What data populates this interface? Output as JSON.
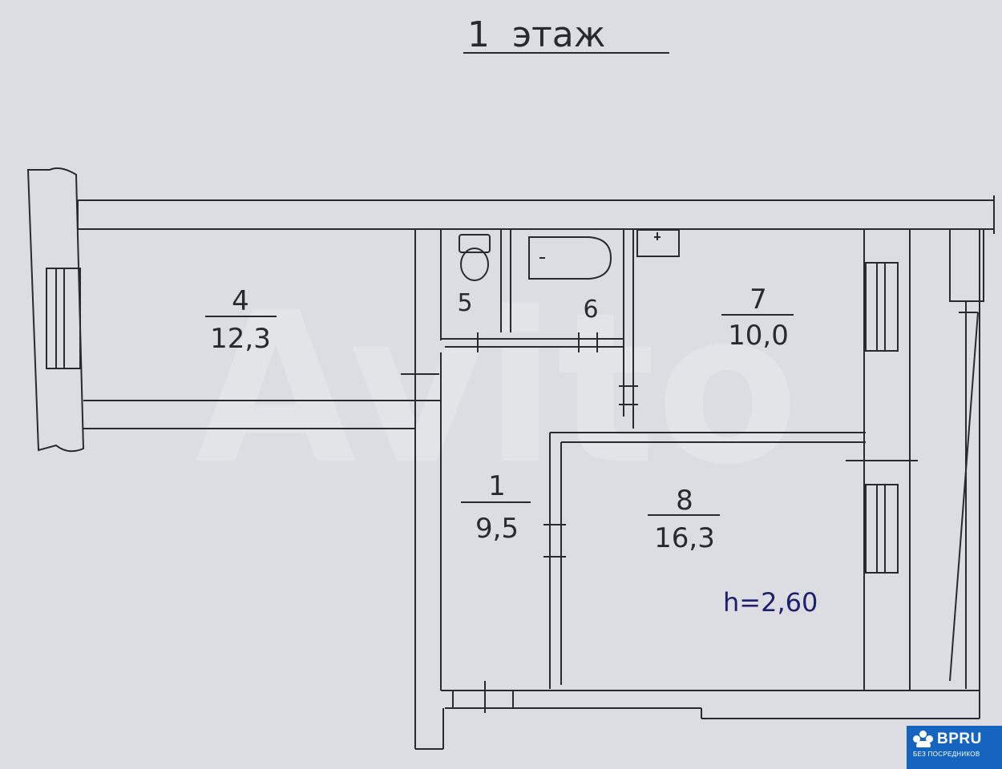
{
  "plan": {
    "title": "1  этаж",
    "height_note": "h=2,60",
    "rooms": [
      {
        "id": "4",
        "number": "4",
        "area": "12,3"
      },
      {
        "id": "5",
        "number": "5",
        "area": ""
      },
      {
        "id": "6",
        "number": "6",
        "area": ""
      },
      {
        "id": "7",
        "number": "7",
        "area": "10,0"
      },
      {
        "id": "1",
        "number": "1",
        "area": "9,5"
      },
      {
        "id": "8",
        "number": "8",
        "area": "16,3"
      }
    ]
  },
  "watermark": {
    "text": "Avito"
  },
  "badge": {
    "name": "BPRU",
    "subtitle": "БЕЗ ПОСРЕДНИКОВ",
    "icon": "people-group-icon",
    "color": "#1565c0"
  },
  "colors": {
    "line": "#2a2a2e",
    "paper": "#dcdde2",
    "note": "#1f1f6e"
  }
}
